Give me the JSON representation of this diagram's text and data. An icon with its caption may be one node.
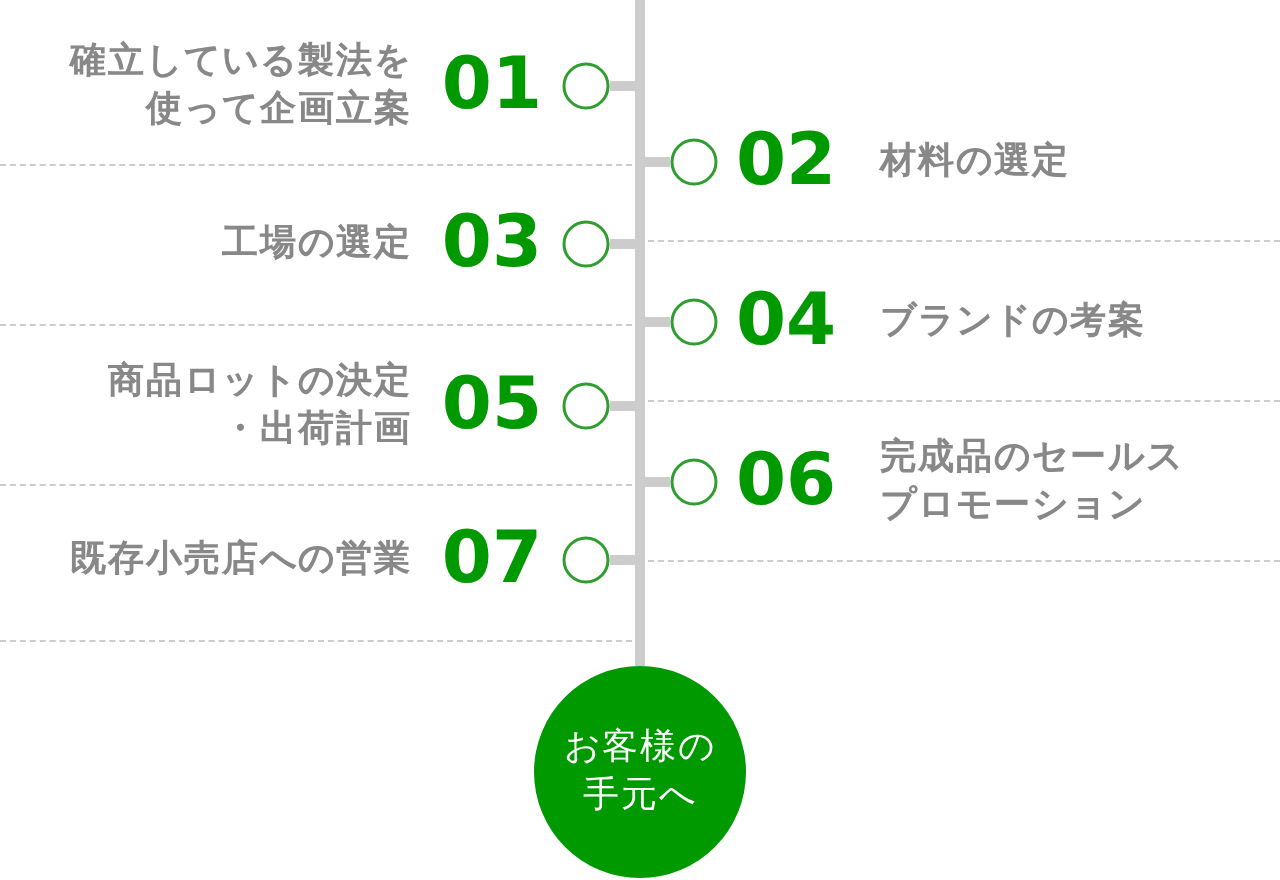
{
  "diagram": {
    "nodes": [
      {
        "text": [
          "確立している製法を使って企画立案",
          "01"
        ]
      },
      {
        "text": [
          "02",
          "材料の選定"
        ]
      },
      {
        "text": [
          "工場の選定",
          "03"
        ]
      },
      {
        "text": [
          "04",
          "ブランドの考案"
        ]
      },
      {
        "text": [
          "商品ロットの決定・出荷計画",
          "05"
        ]
      },
      {
        "text": [
          "06",
          "完成品のセールスプロモーション"
        ]
      },
      {
        "text": [
          "既存小売店への営業",
          "07"
        ]
      },
      {
        "text": [
          "お客様の手元へ"
        ]
      }
    ],
    "edges": [
      {
        "from": 0,
        "to": 7,
        "arrow": "none"
      },
      {
        "from": 1,
        "to": 7,
        "arrow": "none"
      },
      {
        "from": 2,
        "to": 7,
        "arrow": "none"
      },
      {
        "from": 3,
        "to": 7,
        "arrow": "none"
      },
      {
        "from": 4,
        "to": 7,
        "arrow": "none"
      },
      {
        "from": 5,
        "to": 7,
        "arrow": "none"
      },
      {
        "from": 6,
        "to": 7,
        "arrow": "none"
      }
    ]
  }
}
